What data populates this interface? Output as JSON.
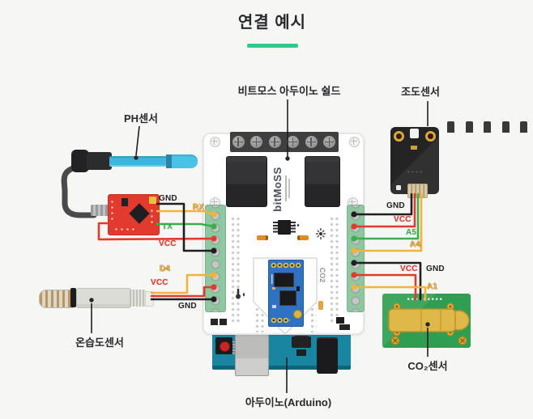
{
  "title": "연결 예시",
  "colors": {
    "accent": "#2dca8c",
    "background": "#f6f6f4",
    "label_dark": "#26292d",
    "wire_black": "#1f1f1f",
    "wire_red": "#e23b2e",
    "wire_yellow": "#f0b43c",
    "wire_green": "#3aaf4d",
    "board_white": "#ffffff",
    "terminal_green": "#8fc7a0",
    "relay_black": "#2e2e30",
    "ph_module_red": "#e23a2c",
    "probe_blue": "#3fb4de",
    "light_sensor_black": "#242424",
    "co2_board_green": "#2f9e53",
    "co2_gold": "#dfb84a",
    "arduino_teal": "#1886a0"
  },
  "labels": {
    "shield": "비트모스 아두이노 쉴드",
    "light_sensor": "조도센서",
    "ph_sensor": "PH센서",
    "temp_humidity_sensor": "온습도센서",
    "co2_sensor": "CO₂센서",
    "arduino": "아두이노(Arduino)"
  },
  "wire_labels": {
    "ph_gnd": "GND",
    "ph_rx": "RX",
    "ph_tx": "TX",
    "ph_vcc": "VCC",
    "th_d4": "D4",
    "th_vcc": "VCC",
    "th_gnd": "GND",
    "ls_gnd": "GND",
    "ls_vcc": "VCC",
    "ls_a5": "A5",
    "ls_a4": "A4",
    "co2_vcc": "VCC",
    "co2_gnd": "GND",
    "co2_a1": "A1"
  },
  "silkscreen": {
    "brand": "bitMoSS",
    "co2": "CO2",
    "reset": "RESET"
  }
}
